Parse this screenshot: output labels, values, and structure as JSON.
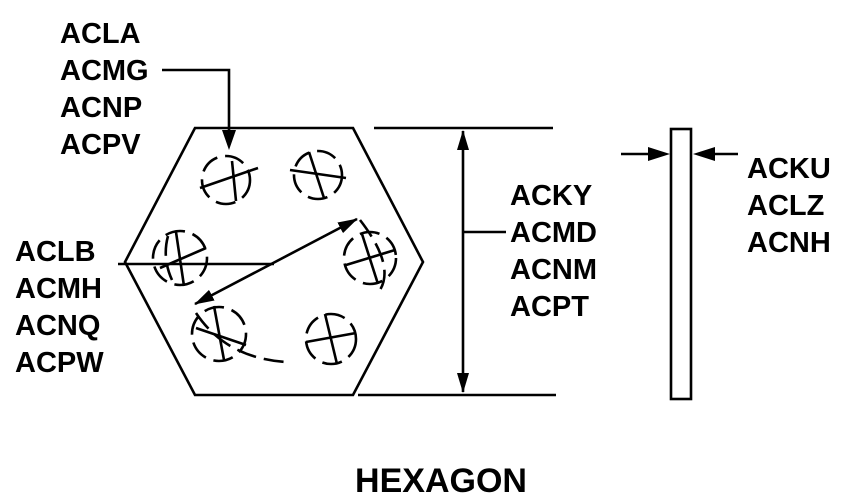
{
  "diagram": {
    "title": "HEXAGON",
    "callouts": {
      "top_left": [
        "ACLA",
        "ACMG",
        "ACNP",
        "ACPV"
      ],
      "left": [
        "ACLB",
        "ACMH",
        "ACNQ",
        "ACPW"
      ],
      "height": [
        "ACKY",
        "ACMD",
        "ACNM",
        "ACPT"
      ],
      "thickness": [
        "ACKU",
        "ACLZ",
        "ACNH"
      ]
    }
  },
  "colors": {
    "line": "#000000",
    "background": "#ffffff"
  }
}
